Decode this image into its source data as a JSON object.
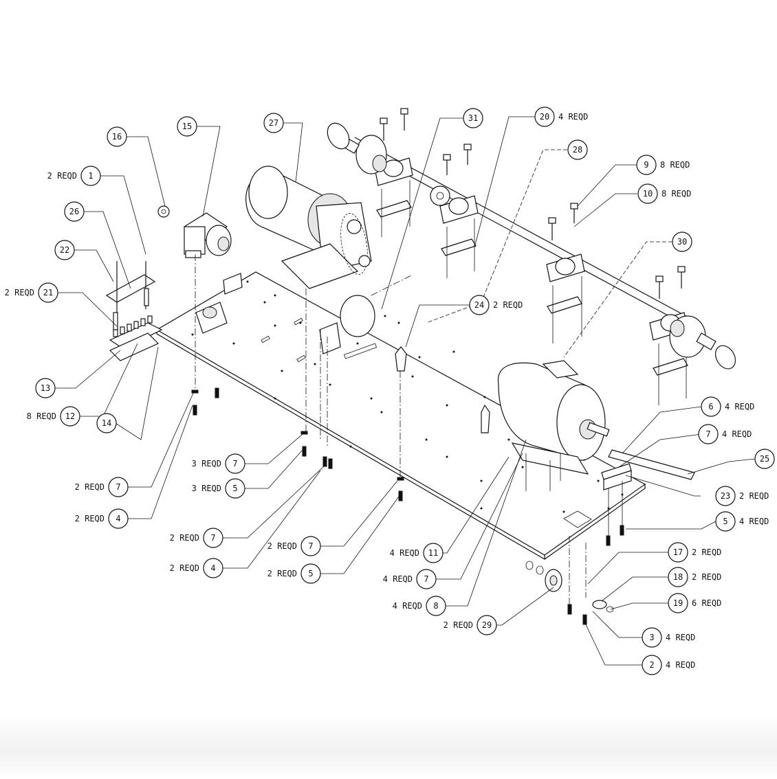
{
  "diagram": {
    "callouts": [
      {
        "item": "1",
        "qty": "2 REQD",
        "side": "left"
      },
      {
        "item": "2",
        "qty": "4 REQD",
        "side": "right"
      },
      {
        "item": "3",
        "qty": "4 REQD",
        "side": "right"
      },
      {
        "item": "4",
        "qty": "2 REQD",
        "side": "left"
      },
      {
        "item": "4",
        "qty": "2 REQD",
        "side": "left"
      },
      {
        "item": "5",
        "qty": "3 REQD",
        "side": "left"
      },
      {
        "item": "5",
        "qty": "2 REQD",
        "side": "left"
      },
      {
        "item": "5",
        "qty": "4 REQD",
        "side": "right"
      },
      {
        "item": "6",
        "qty": "4 REQD",
        "side": "right"
      },
      {
        "item": "7",
        "qty": "3 REQD",
        "side": "left"
      },
      {
        "item": "7",
        "qty": "2 REQD",
        "side": "left"
      },
      {
        "item": "7",
        "qty": "2 REQD",
        "side": "left"
      },
      {
        "item": "7",
        "qty": "2 REQD",
        "side": "left"
      },
      {
        "item": "7",
        "qty": "4 REQD",
        "side": "left"
      },
      {
        "item": "7",
        "qty": "4 REQD",
        "side": "right"
      },
      {
        "item": "8",
        "qty": "4 REQD",
        "side": "left"
      },
      {
        "item": "9",
        "qty": "8 REQD",
        "side": "right"
      },
      {
        "item": "10",
        "qty": "8 REQD",
        "side": "right"
      },
      {
        "item": "11",
        "qty": "4 REQD",
        "side": "left"
      },
      {
        "item": "12",
        "qty": "8 REQD",
        "side": "left"
      },
      {
        "item": "13",
        "qty": "",
        "side": "left"
      },
      {
        "item": "14",
        "qty": "",
        "side": "left"
      },
      {
        "item": "15",
        "qty": "",
        "side": "left"
      },
      {
        "item": "16",
        "qty": "",
        "side": "left"
      },
      {
        "item": "17",
        "qty": "2 REQD",
        "side": "right"
      },
      {
        "item": "18",
        "qty": "2 REQD",
        "side": "right"
      },
      {
        "item": "19",
        "qty": "6 REQD",
        "side": "right"
      },
      {
        "item": "20",
        "qty": "4 REQD",
        "side": "right"
      },
      {
        "item": "21",
        "qty": "2 REQD",
        "side": "left"
      },
      {
        "item": "22",
        "qty": "",
        "side": "left"
      },
      {
        "item": "23",
        "qty": "2 REQD",
        "side": "right"
      },
      {
        "item": "24",
        "qty": "2 REQD",
        "side": "right"
      },
      {
        "item": "25",
        "qty": "",
        "side": "left"
      },
      {
        "item": "26",
        "qty": "",
        "side": "left"
      },
      {
        "item": "27",
        "qty": "",
        "side": "left"
      },
      {
        "item": "28",
        "qty": "",
        "side": "left"
      },
      {
        "item": "29",
        "qty": "2 REQD",
        "side": "left"
      },
      {
        "item": "30",
        "qty": "",
        "side": "left"
      },
      {
        "item": "31",
        "qty": "",
        "side": "left"
      }
    ]
  }
}
